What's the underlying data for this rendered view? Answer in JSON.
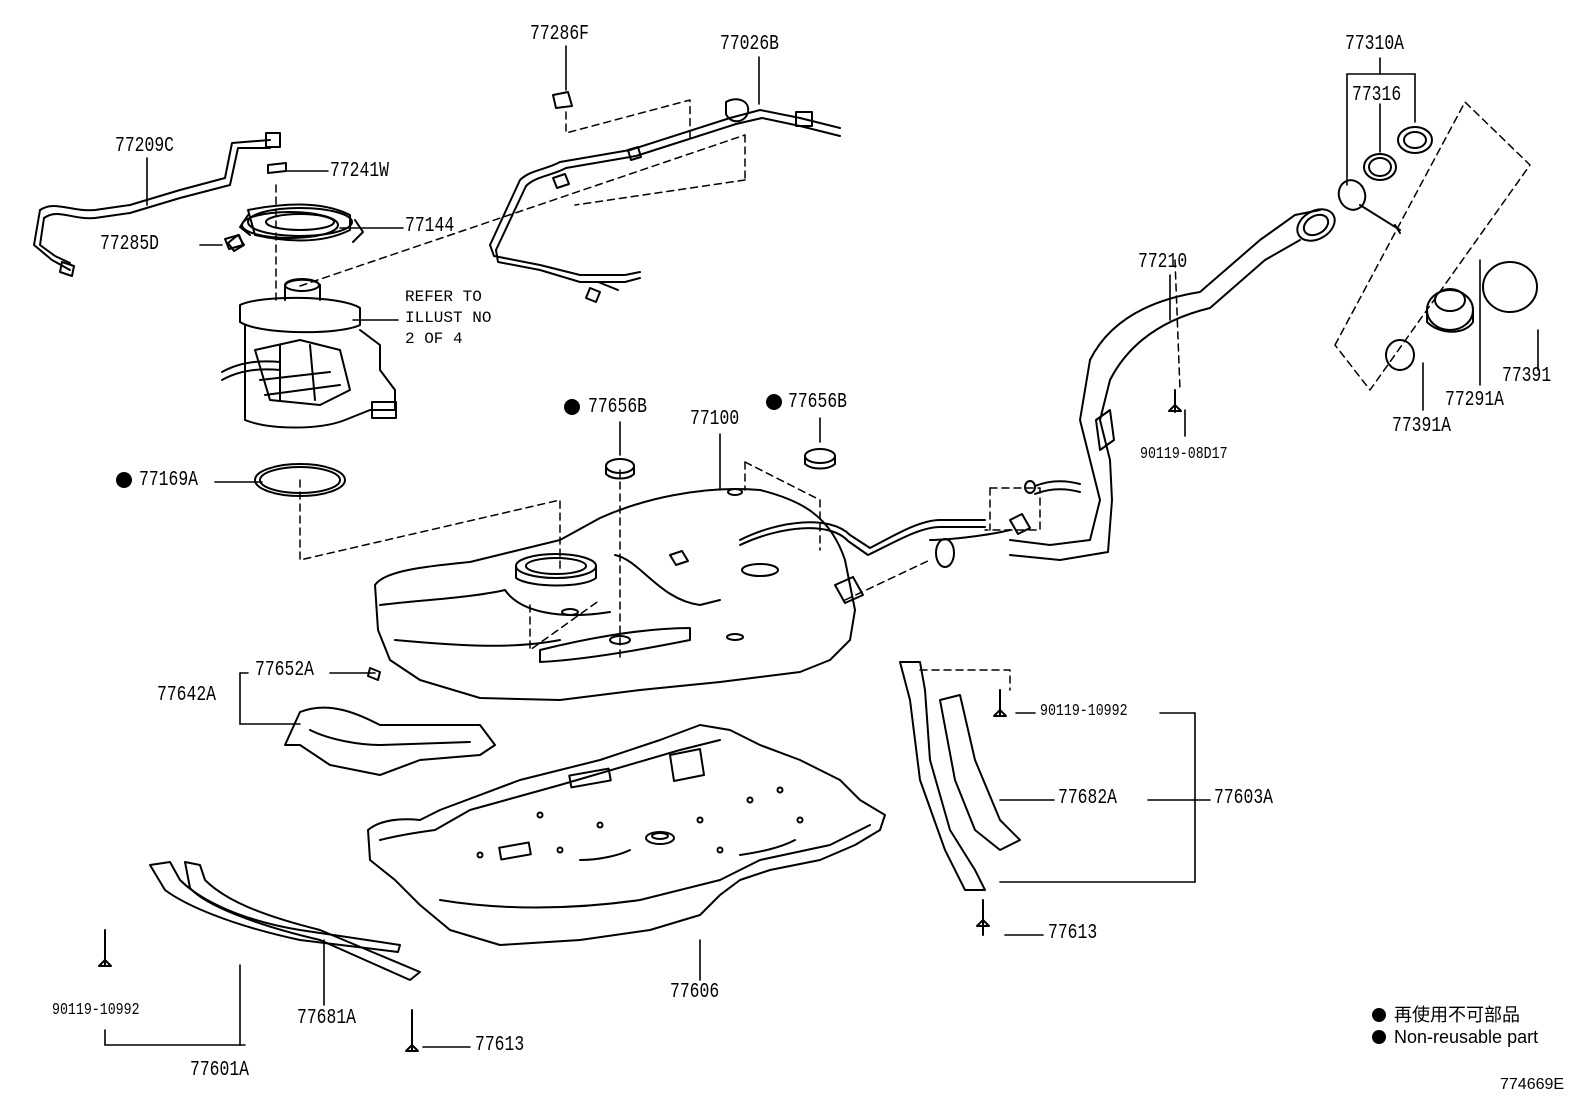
{
  "diagram": {
    "parts": {
      "p77286F": "77286F",
      "p77026B": "77026B",
      "p77310A": "77310A",
      "p77316": "77316",
      "p77209C": "77209C",
      "p77241W": "77241W",
      "p77144": "77144",
      "p77285D": "77285D",
      "p77210": "77210",
      "p77391": "77391",
      "p77291A": "77291A",
      "p77391A": "77391A",
      "p90119_08D17": "90119-08D17",
      "p77656B_1": "77656B",
      "p77100": "77100",
      "p77656B_2": "77656B",
      "p77169A": "77169A",
      "p77652A": "77652A",
      "p77642A": "77642A",
      "p90119_10992_r": "90119-10992",
      "p77682A": "77682A",
      "p77603A": "77603A",
      "p77613_r": "77613",
      "p77606": "77606",
      "p90119_10992_l": "90119-10992",
      "p77681A": "77681A",
      "p77613_l": "77613",
      "p77601A": "77601A"
    },
    "refer_note": "REFER TO\nILLUST NO\n2 OF 4",
    "legend": {
      "japanese": "再使用不可部品",
      "english": "Non-reusable part"
    },
    "illustration_id": "774669E"
  }
}
